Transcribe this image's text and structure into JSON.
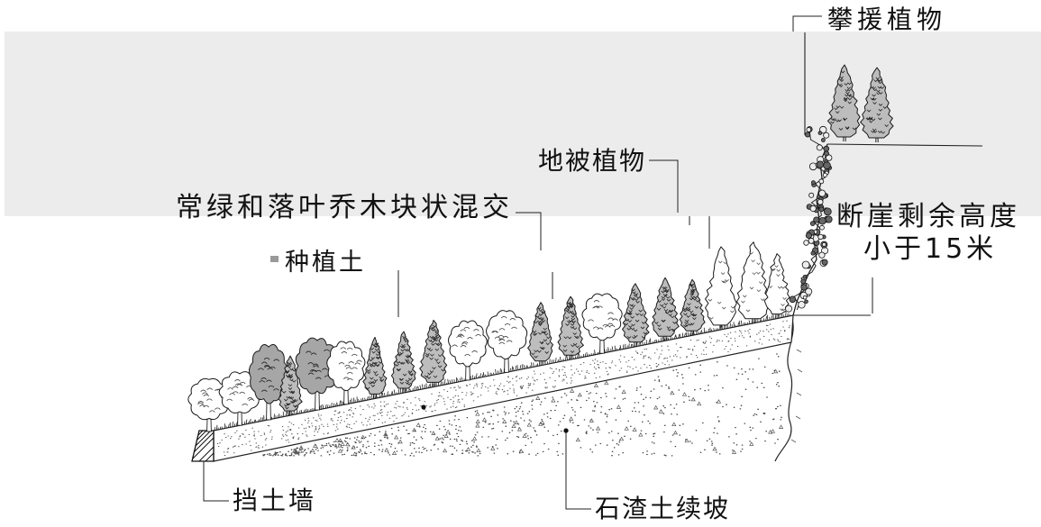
{
  "labels": {
    "climbing_plants": "攀援植物",
    "ground_cover": "地被植物",
    "mixed_trees": "常绿和落叶乔木块状混交",
    "planting_soil": "种植土",
    "cliff_height_line1": "断崖剩余高度",
    "cliff_height_line2": "小于15米",
    "retaining_wall": "挡土墙",
    "rubble_slope": "石渣土续坡"
  },
  "colors": {
    "background_band": "#ececec",
    "ink": "#1a1a1a"
  }
}
